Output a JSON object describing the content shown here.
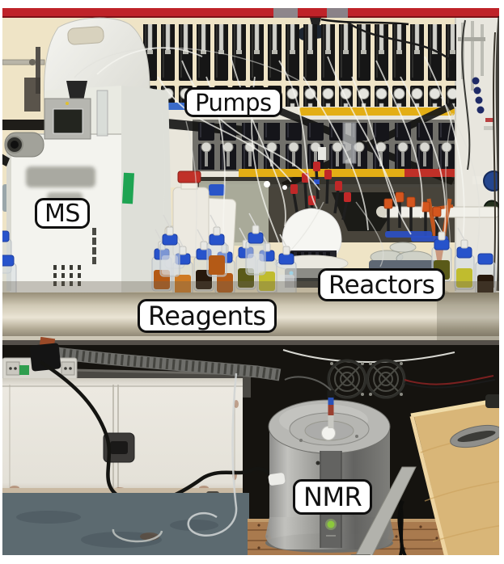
{
  "figure": {
    "type": "annotated laboratory photograph",
    "annotations": {
      "pumps": "Pumps",
      "ms": "MS",
      "reactors": "Reactors",
      "reagents": "Reagents",
      "nmr": "NMR"
    }
  },
  "palette": {
    "frame_red": "#bf2329",
    "label_bg": "#ffffff",
    "label_border": "#101010",
    "rail_blue": "#3b6bc8",
    "rail_yellow": "#e3ae15",
    "bottle_cap_blue": "#2753cb",
    "nmr_gray": "#8e8e8c",
    "desk_wood": "#d9b678",
    "floor_blue": "#5c6a70",
    "led_green": "#8cc83c"
  }
}
